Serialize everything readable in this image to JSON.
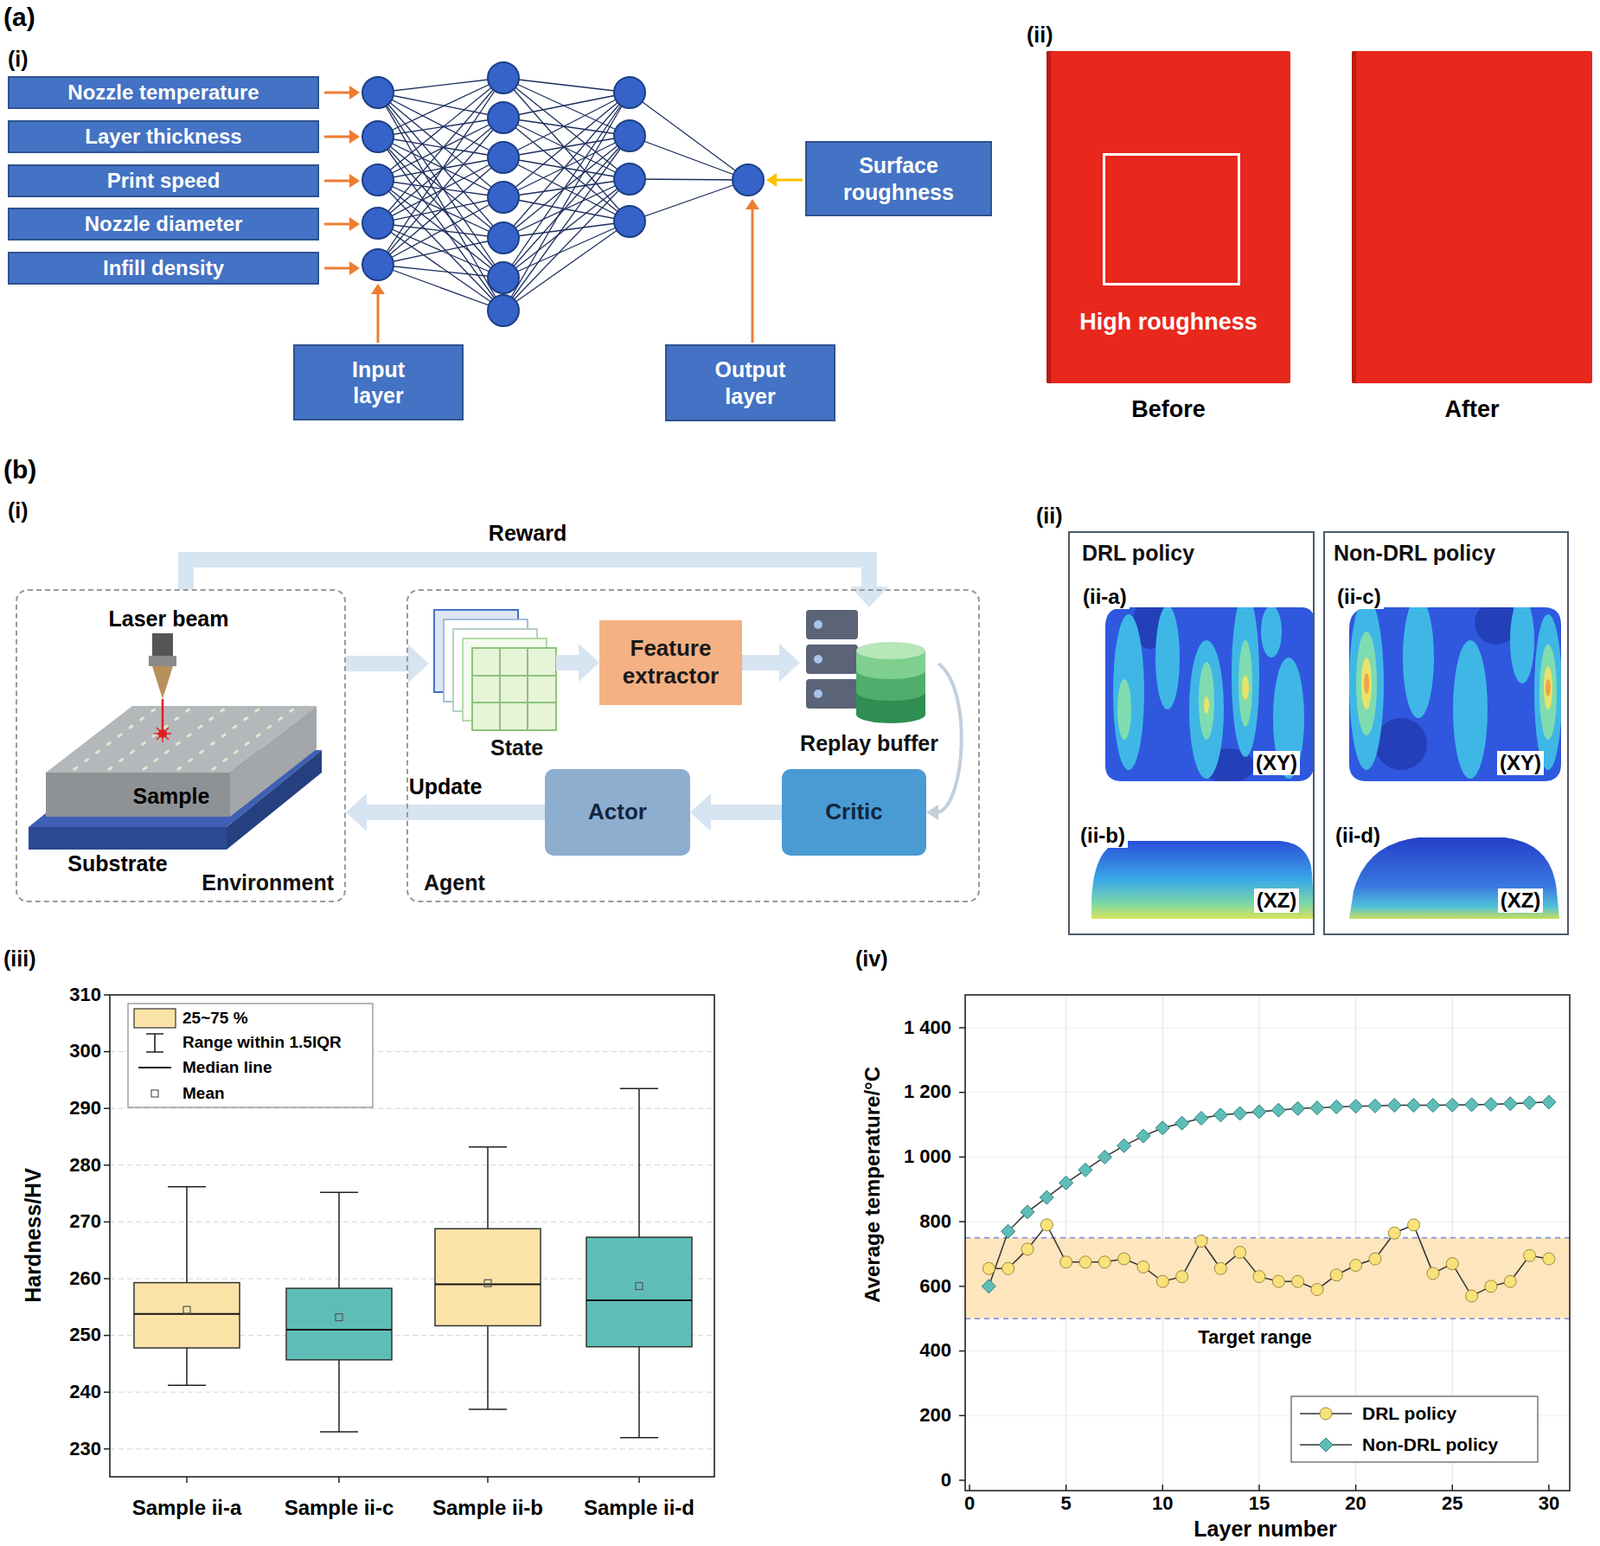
{
  "diagram": {
    "nodes": [
      {
        "text": [
          "Nozzle temperature"
        ]
      },
      {
        "text": [
          "Layer thickness"
        ]
      },
      {
        "text": [
          "Print speed"
        ]
      },
      {
        "text": [
          "Nozzle diameter"
        ]
      },
      {
        "text": [
          "Infill density"
        ]
      },
      {
        "text": [
          "Surface roughness"
        ]
      },
      {
        "text": [
          "Input layer"
        ]
      },
      {
        "text": [
          "Output layer"
        ]
      },
      {
        "text": [
          "High roughness",
          "Before"
        ]
      },
      {
        "text": [
          "After"
        ]
      },
      {
        "text": [
          "Environment"
        ]
      },
      {
        "text": [
          "Agent"
        ]
      },
      {
        "text": [
          "State"
        ],
        "in": 11
      },
      {
        "text": [
          "Feature extractor"
        ],
        "in": 11
      },
      {
        "text": [
          "Replay buffer"
        ],
        "in": 11
      },
      {
        "text": [
          "Critic"
        ],
        "in": 11
      },
      {
        "text": [
          "Actor"
        ],
        "in": 11
      },
      {
        "text": [
          "DRL policy"
        ]
      },
      {
        "text": [
          "Non-DRL policy"
        ]
      }
    ],
    "edges": [
      {
        "from": 10,
        "to": 12,
        "arrow": "to"
      },
      {
        "from": 12,
        "to": 13,
        "arrow": "to"
      },
      {
        "from": 13,
        "to": 14,
        "arrow": "to"
      },
      {
        "from": 14,
        "to": 15,
        "arrow": "to"
      },
      {
        "from": 15,
        "to": 16,
        "arrow": "to"
      },
      {
        "from": 16,
        "to": 10,
        "label": "Update",
        "arrow": "to"
      },
      {
        "from": 10,
        "to": 14,
        "label": "Reward",
        "arrow": "to"
      }
    ],
    "labels": [
      "(a)",
      "(i)",
      "(ii)",
      "(b)",
      "(i)",
      "Laser beam",
      "Sample",
      "Substrate",
      "(ii)",
      "(ii-a)",
      "(XY)",
      "(ii-b)",
      "(XZ)",
      "(ii-c)",
      "(XY)",
      "(ii-d)",
      "(XZ)",
      "(iii)",
      "310",
      "300",
      "290",
      "280",
      "270",
      "260",
      "250",
      "240",
      "230",
      "Hardness/HV",
      "Sample ii-a",
      "Sample ii-c",
      "Sample ii-b",
      "Sample ii-d",
      "(iv)",
      "1 400",
      "1 200",
      "1 000",
      "800",
      "600",
      "400",
      "200",
      "0",
      "0",
      "5",
      "10",
      "15",
      "20",
      "25",
      "30",
      "Average temperature/°C",
      "Layer number",
      "Target range"
    ],
    "legend": [
      {
        "text": "25~75 %",
        "color": "#fbe3a8"
      },
      {
        "text": "Range within 1.5IQR"
      },
      {
        "text": "Median line"
      },
      {
        "text": "Mean"
      },
      {
        "text": "DRL policy"
      },
      {
        "text": "Non-DRL policy"
      }
    ]
  }
}
